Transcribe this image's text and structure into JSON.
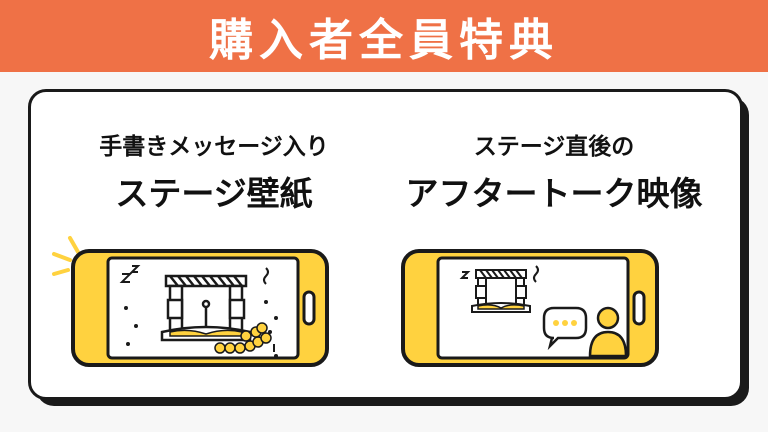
{
  "header": {
    "title": "購入者全員特典"
  },
  "benefits": [
    {
      "subtitle": "手書きメッセージ入り",
      "title": "ステージ壁紙",
      "illustration": "phone-stage-wallpaper-icon"
    },
    {
      "subtitle": "ステージ直後の",
      "title": "アフタートーク映像",
      "illustration": "phone-aftertalk-video-icon"
    }
  ],
  "colors": {
    "accent": "#ef7146",
    "phone": "#ffd23f",
    "outline": "#1a1a1a",
    "background": "#f7f7f7"
  },
  "bubble_text": "..."
}
